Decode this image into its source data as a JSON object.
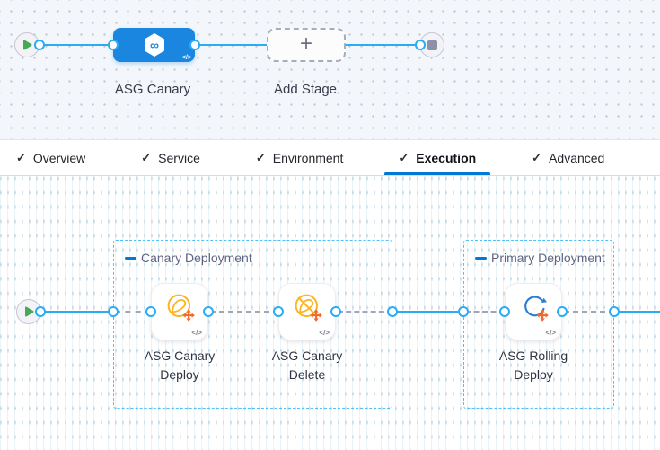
{
  "canvas": {
    "stage_label": "ASG Canary",
    "add_stage_label": "Add Stage",
    "plus_glyph": "+",
    "code_glyph": "</>"
  },
  "tab_bar": {
    "check_glyph": "✓",
    "tabs": [
      {
        "label": "Overview",
        "checked": true,
        "active": false
      },
      {
        "label": "Service",
        "checked": true,
        "active": false
      },
      {
        "label": "Environment",
        "checked": true,
        "active": false
      },
      {
        "label": "Execution",
        "checked": true,
        "active": true
      },
      {
        "label": "Advanced",
        "checked": true,
        "active": false
      }
    ]
  },
  "execution": {
    "groups": [
      {
        "label": "Canary Deployment",
        "steps": [
          {
            "label": "ASG Canary Deploy",
            "icon": "asg-canary-deploy-icon"
          },
          {
            "label": "ASG Canary Delete",
            "icon": "asg-canary-delete-icon"
          }
        ]
      },
      {
        "label": "Primary Deployment",
        "steps": [
          {
            "label": "ASG Rolling Deploy",
            "icon": "asg-rolling-deploy-icon"
          }
        ]
      }
    ]
  },
  "icons": {
    "infinity_glyph": "∞"
  },
  "colors": {
    "connector_blue": "#2bacf2",
    "stage_blue": "#1a86e0",
    "tab_active_blue": "#0278d5",
    "group_border_blue": "#4fc0f8",
    "group_label_grey": "#5f6380",
    "canary_amber": "#fcb422",
    "badge_orange": "#ee6b31",
    "rolling_blue": "#2b7fd0",
    "play_green": "#47a957",
    "stop_grey": "#8d90a7"
  }
}
